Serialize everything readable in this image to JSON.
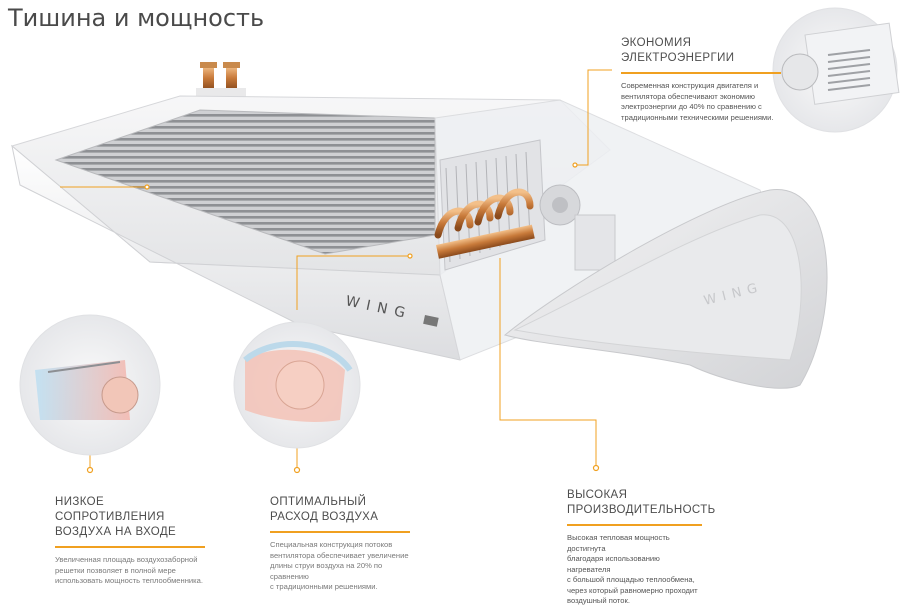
{
  "title": "Тишина и мощность",
  "colors": {
    "accent": "#f0a020",
    "text": "#4d4d4d",
    "muted": "#8a8a8a"
  },
  "device_brand": "WING",
  "features": [
    {
      "id": "economy",
      "heading_lines": [
        "ЭКОНОМИЯ",
        "ЭЛЕКТРОЭНЕРГИИ"
      ],
      "desc_lines": [
        "Современная конструкция двигателя и",
        "вентилятора обеспечивают экономию",
        "электроэнергии до 40% по сравнению с",
        "традиционными техническими решениями."
      ]
    },
    {
      "id": "low-resistance",
      "heading_lines": [
        "НИЗКОЕ СОПРОТИВЛЕНИЯ",
        "ВОЗДУХА НА ВХОДЕ"
      ],
      "desc_lines": [
        "Увеличенная площадь воздухозаборной",
        "решетки позволяет в полной мере",
        "использовать мощность теплообменника."
      ]
    },
    {
      "id": "optimal-flow",
      "heading_lines": [
        "ОПТИМАЛЬНЫЙ",
        "РАСХОД ВОЗДУХА"
      ],
      "desc_lines": [
        "Специальная конструкция потоков",
        "вентилятора обеспечивает увеличение",
        "длины струи воздуха на 20% по сравнению",
        "с традиционными решениями."
      ]
    },
    {
      "id": "high-performance",
      "heading_lines": [
        "ВЫСОКАЯ",
        "ПРОИЗВОДИТЕЛЬНОСТЬ"
      ],
      "desc_lines": [
        "Высокая тепловая мощность достигнута",
        "благодаря использованию нагревателя",
        "с большой площадью теплообмена,",
        "через который равномерно проходит",
        "воздушный поток."
      ]
    }
  ]
}
